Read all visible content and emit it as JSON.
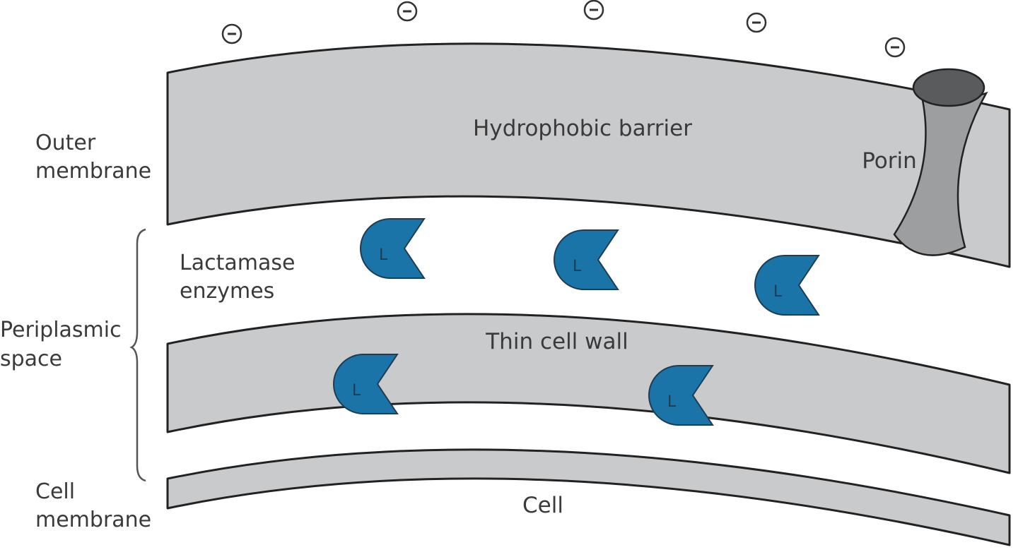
{
  "labels": {
    "outer_membrane": [
      "Outer",
      "membrane"
    ],
    "hydrophobic_barrier": "Hydrophobic barrier",
    "porin": "Porin",
    "lactamase": [
      "Lactamase",
      "enzymes"
    ],
    "periplasmic": [
      "Periplasmic",
      "space"
    ],
    "thin_cell_wall": "Thin cell wall",
    "cell_membrane": [
      "Cell",
      "membrane"
    ],
    "cell": "Cell"
  },
  "enzyme_letter": "L",
  "negative_ion_count": 5,
  "enzyme_count": 5,
  "colors": {
    "band_fill": "#c9cacc",
    "enzyme": "#1a74a8",
    "porin_top": "#5a5b5d",
    "porin_body": "#9d9ea0"
  }
}
